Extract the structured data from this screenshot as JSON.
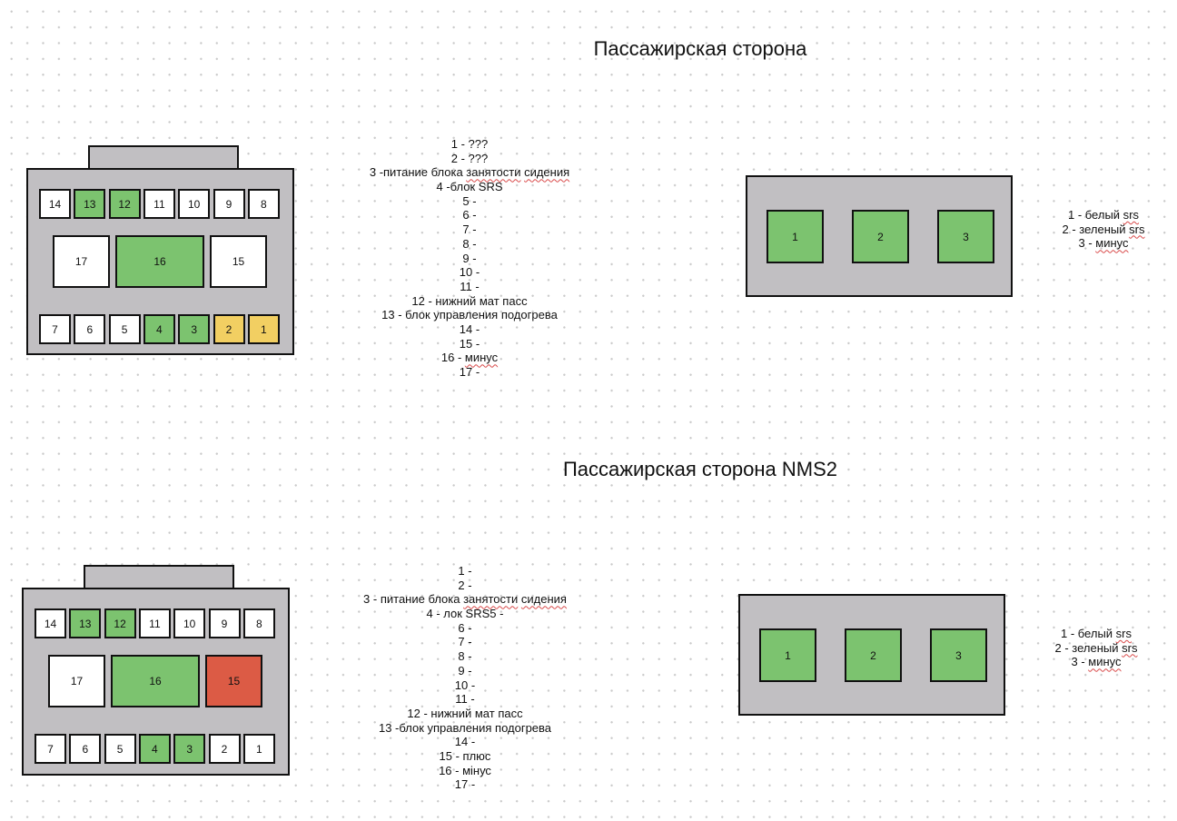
{
  "sections": [
    {
      "title": "Пассажирская сторона",
      "main_connector": {
        "top_row": [
          {
            "label": "14",
            "color": "white"
          },
          {
            "label": "13",
            "color": "green"
          },
          {
            "label": "12",
            "color": "green"
          },
          {
            "label": "11",
            "color": "white"
          },
          {
            "label": "10",
            "color": "white"
          },
          {
            "label": "9",
            "color": "white"
          },
          {
            "label": "8",
            "color": "white"
          }
        ],
        "middle_row": [
          {
            "label": "17",
            "color": "white"
          },
          {
            "label": "16",
            "color": "green"
          },
          {
            "label": "15",
            "color": "white"
          }
        ],
        "bottom_row": [
          {
            "label": "7",
            "color": "white"
          },
          {
            "label": "6",
            "color": "white"
          },
          {
            "label": "5",
            "color": "white"
          },
          {
            "label": "4",
            "color": "green"
          },
          {
            "label": "3",
            "color": "green"
          },
          {
            "label": "2",
            "color": "yellow"
          },
          {
            "label": "1",
            "color": "yellow"
          }
        ]
      },
      "pin_notes": [
        "1 - ???",
        "2 - ???",
        "3 -питание блока занятости сидения",
        "4 -блок SRS",
        "5 -",
        "6 -",
        "7 -",
        "8 -",
        "9 -",
        "10 -",
        "11 -",
        "12 - нижний мат пасс",
        "13 - блок управления подогрева",
        "14 -",
        "15 -",
        "16 - минус",
        "17 -"
      ],
      "small_connector": {
        "pins": [
          {
            "label": "1",
            "color": "green"
          },
          {
            "label": "2",
            "color": "green"
          },
          {
            "label": "3",
            "color": "green"
          }
        ]
      },
      "small_notes": [
        "1 - белый srs",
        "2 - зеленый srs",
        "3 - минус"
      ]
    },
    {
      "title": "Пассажирская сторона NMS2",
      "main_connector": {
        "top_row": [
          {
            "label": "14",
            "color": "white"
          },
          {
            "label": "13",
            "color": "green"
          },
          {
            "label": "12",
            "color": "green"
          },
          {
            "label": "11",
            "color": "white"
          },
          {
            "label": "10",
            "color": "white"
          },
          {
            "label": "9",
            "color": "white"
          },
          {
            "label": "8",
            "color": "white"
          }
        ],
        "middle_row": [
          {
            "label": "17",
            "color": "white"
          },
          {
            "label": "16",
            "color": "green"
          },
          {
            "label": "15",
            "color": "red"
          }
        ],
        "bottom_row": [
          {
            "label": "7",
            "color": "white"
          },
          {
            "label": "6",
            "color": "white"
          },
          {
            "label": "5",
            "color": "white"
          },
          {
            "label": "4",
            "color": "green"
          },
          {
            "label": "3",
            "color": "green"
          },
          {
            "label": "2",
            "color": "white"
          },
          {
            "label": "1",
            "color": "white"
          }
        ]
      },
      "pin_notes": [
        "1 -",
        "2 -",
        "3 - питание блока занятости сидения",
        "4 - лок SRS5 -",
        "6 -",
        "7 -",
        "8 -",
        "9 -",
        "10 -",
        "11 -",
        "12 - нижний мат пасс",
        "13 -блок управления подогрева",
        "14 -",
        "15 - плюс",
        "16 - мінус",
        "17 -"
      ],
      "small_connector": {
        "pins": [
          {
            "label": "1",
            "color": "green"
          },
          {
            "label": "2",
            "color": "green"
          },
          {
            "label": "3",
            "color": "green"
          }
        ]
      },
      "small_notes": [
        "1 - белый srs",
        "2 - зеленый srs",
        "3 - минус"
      ]
    }
  ],
  "palette": {
    "green": "#7cc36f",
    "yellow": "#f2cf62",
    "red": "#dc5b45",
    "white": "#ffffff",
    "housing": "#c1bfc2"
  }
}
